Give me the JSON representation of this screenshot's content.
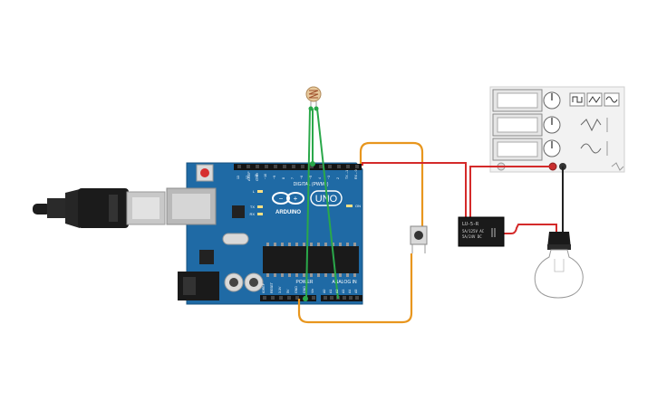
{
  "board": {
    "brand": "ARDUINO",
    "model": "UNO",
    "digital_header": "DIGITAL (PWM~)",
    "power_label": "POWER",
    "analog_label": "ANALOG IN",
    "on_label": "ON",
    "l_label": "L",
    "tx_label": "TX",
    "rx_label": "RX",
    "aref": "AREF",
    "gnd": "GND",
    "pins_digital": [
      "13",
      "12",
      "~11",
      "~10",
      "~9",
      "8",
      "7",
      "~6",
      "~5",
      "4",
      "~3",
      "2",
      "TX→1",
      "RX←0"
    ],
    "pins_power": [
      "IOREF",
      "RESET",
      "3.3V",
      "5V",
      "GND",
      "GND",
      "Vin"
    ],
    "pins_analog": [
      "A0",
      "A1",
      "A2",
      "A3",
      "A4",
      "A5"
    ]
  },
  "relay": {
    "title": "LU-5-R",
    "line1": "5A/125V AC",
    "line2": "5A/24V DC"
  },
  "function_generator": {
    "wave_buttons": [
      "square-wave-icon",
      "triangle-wave-icon",
      "sine-wave-icon"
    ]
  },
  "colors": {
    "board": "#1f6aa5",
    "wire_orange": "#e8961e",
    "wire_green": "#2aa84a",
    "wire_red": "#d42a2a",
    "wire_black": "#222222"
  }
}
